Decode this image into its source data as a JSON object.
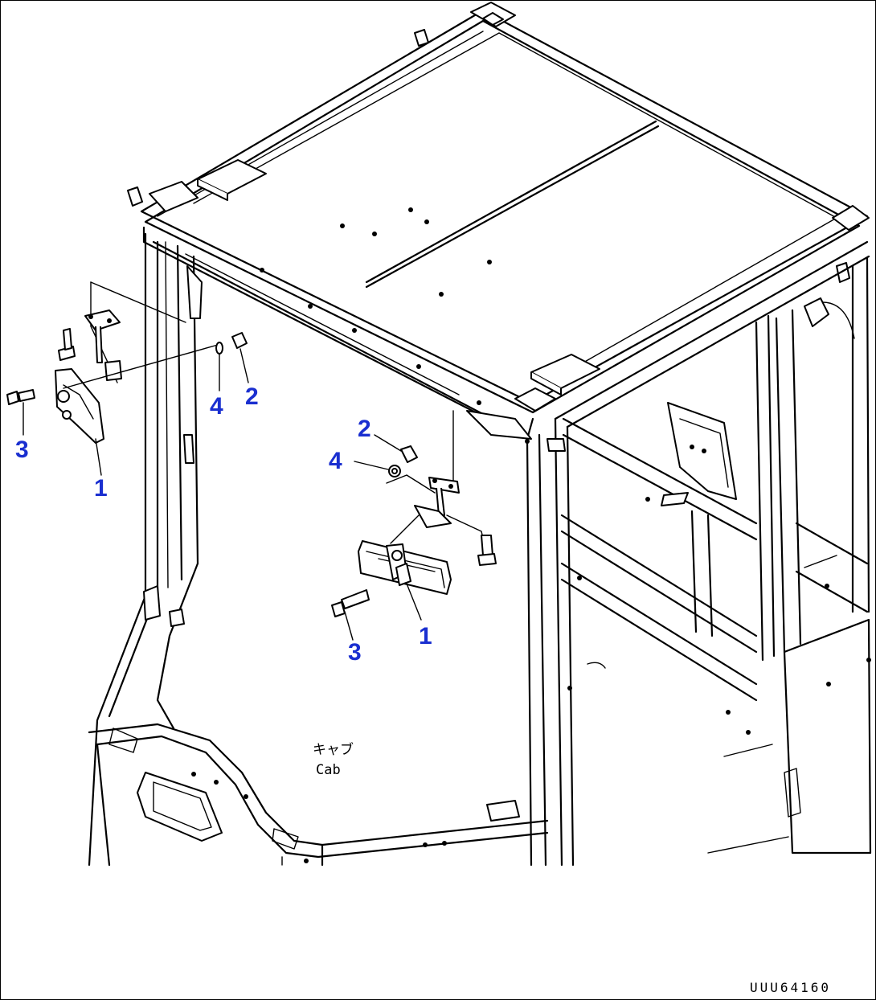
{
  "figure": {
    "cab_label_jp": "キャブ",
    "cab_label_en": "Cab",
    "document_id": "UUU64160"
  },
  "callouts": {
    "left": {
      "n1": "1",
      "n2": "2",
      "n3": "3",
      "n4": "4"
    },
    "center": {
      "n1": "1",
      "n2": "2",
      "n3": "3",
      "n4": "4"
    }
  }
}
